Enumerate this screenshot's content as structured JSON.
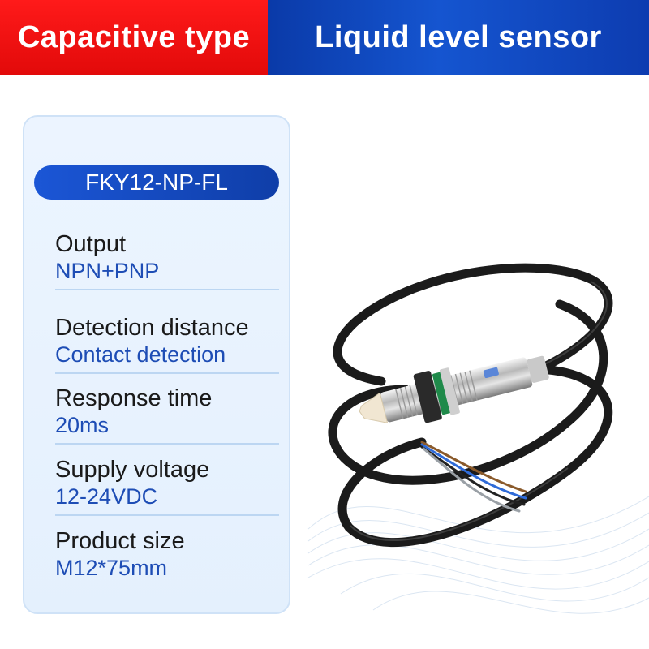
{
  "banner": {
    "left_text": "Capacitive type",
    "right_text": "Liquid level sensor",
    "left_color": "#e20a0a",
    "right_color": "#0d3cb0"
  },
  "spec_card": {
    "model": "FKY12-NP-FL",
    "items": [
      {
        "label": "Output",
        "value": "NPN+PNP"
      },
      {
        "label": "Detection distance",
        "value": "Contact detection"
      },
      {
        "label": "Response time",
        "value": "20ms"
      },
      {
        "label": "Supply voltage",
        "value": "12-24VDC"
      },
      {
        "label": "Product size",
        "value": "M12*75mm"
      }
    ]
  },
  "colors": {
    "accent_blue": "#1e4db5",
    "card_bg": "#e6f0fc",
    "divider": "#bcd6f2"
  },
  "product_image": {
    "subject": "capacitive-sensor-with-cable"
  }
}
